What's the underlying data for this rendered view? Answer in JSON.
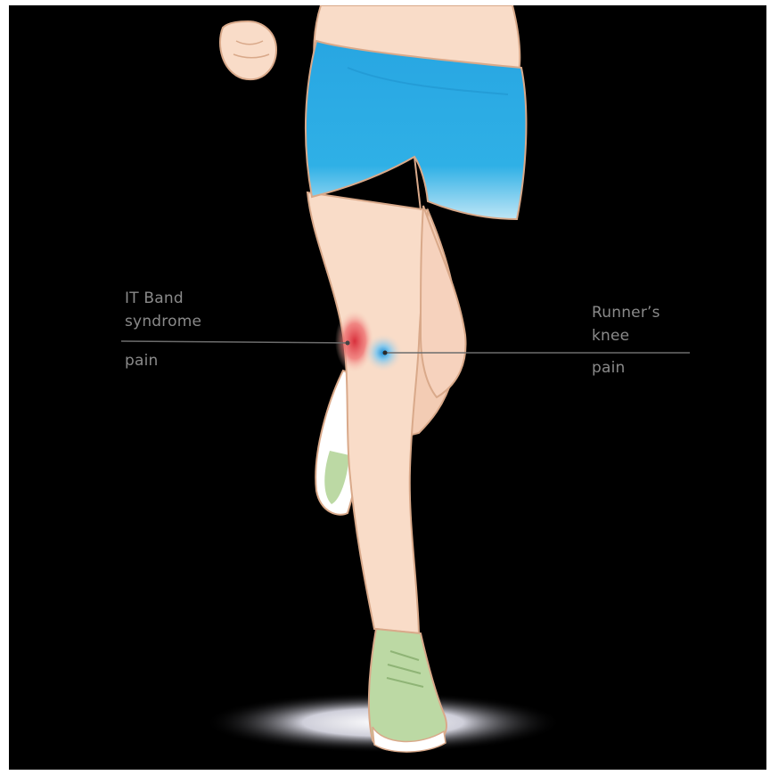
{
  "labels": {
    "it_band": {
      "title_line1": "IT Band",
      "title_line2": "syndrome",
      "sub": "pain"
    },
    "runners_knee": {
      "title_line1": "Runner’s",
      "title_line2": "knee",
      "sub": "pain"
    }
  },
  "colors": {
    "background": "#000000",
    "skin": "#f9dcc8",
    "skin_outline": "#d9a98a",
    "shorts": "#2aa8e0",
    "shoe": "#bcd9a4",
    "it_band_pain": "#e8505a",
    "runners_knee_pain": "#4aaee8",
    "label_text": "#8a8a8a"
  },
  "icons": {
    "it_band_marker": "red-glow-dot",
    "runners_knee_marker": "blue-glow-dot"
  }
}
